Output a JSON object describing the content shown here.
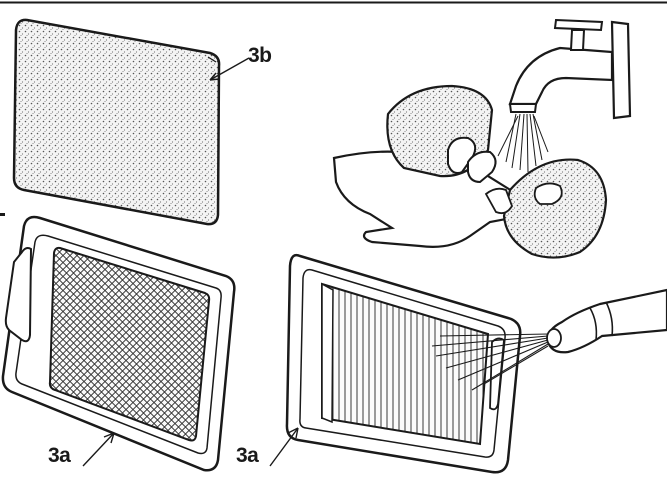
{
  "callouts": {
    "foam_prefilter": "3b",
    "filter_element_left": "3a",
    "filter_element_right": "3a"
  },
  "colors": {
    "ink": "#1a1a1a",
    "background": "#ffffff",
    "foam_fill": "#f3f3f3"
  },
  "icons": [
    "faucet-icon",
    "hands-icon",
    "air-nozzle-icon",
    "water-stream-icon",
    "air-jet-icon"
  ]
}
